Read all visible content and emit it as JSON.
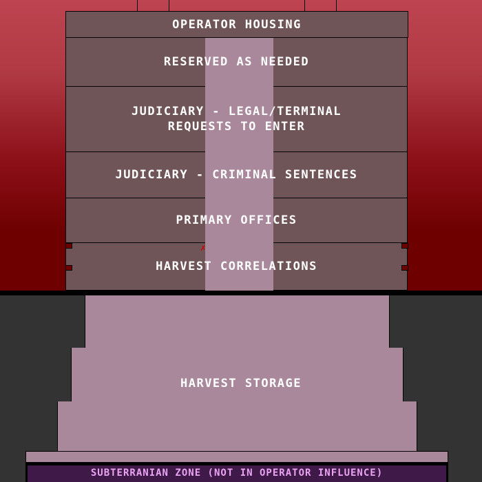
{
  "floors": [
    {
      "label": "OPERATOR HOUSING"
    },
    {
      "label": "RESERVED AS NEEDED"
    },
    {
      "label": "JUDICIARY - LEGAL/TERMINAL REQUESTS TO ENTER"
    },
    {
      "label": "JUDICIARY - CRIMINAL SENTENCES"
    },
    {
      "label": "PRIMARY OFFICES"
    },
    {
      "label": "HARVEST CORRELATIONS"
    }
  ],
  "underground": {
    "storage_label": "HARVEST STORAGE",
    "zone_label": "SUBTERRANIAN ZONE (NOT IN OPERATOR INFLUENCE)"
  },
  "marker": {
    "glyph": "✗"
  },
  "colors": {
    "floor": "#705558",
    "shaft": "#a8889a",
    "sky_top": "#bd4450",
    "sky_bottom": "#6e0000",
    "ground": "#333333",
    "zone": "#3f1a48",
    "zone_text": "#eaa2f2"
  }
}
